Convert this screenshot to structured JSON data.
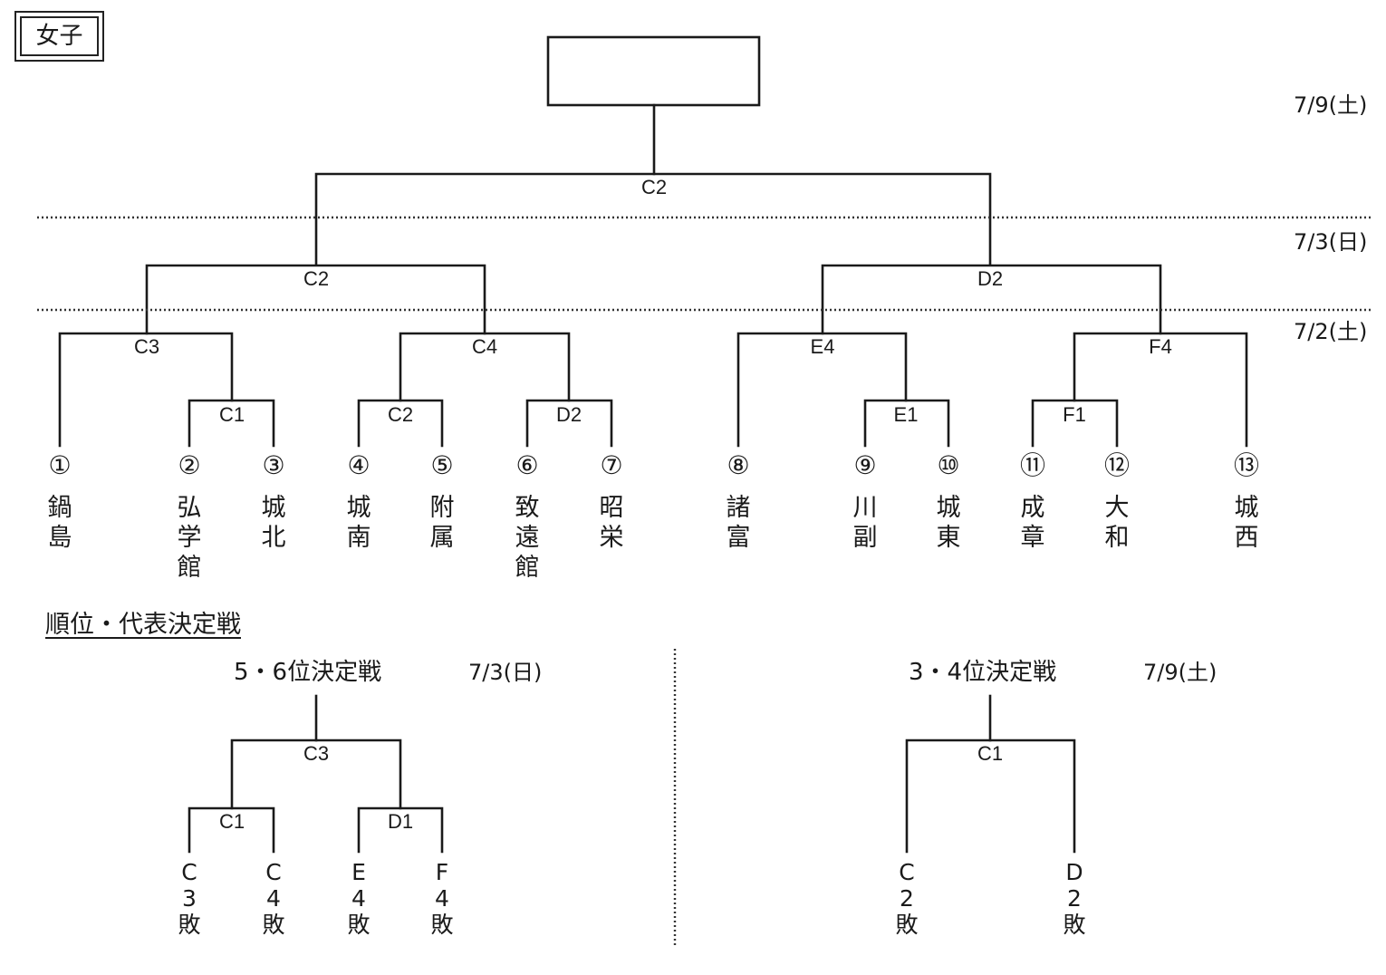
{
  "category_label": "女子",
  "main_bracket": {
    "dates": [
      "7/9(土)",
      "7/3(日)",
      "7/2(土)"
    ],
    "teams": [
      {
        "seed": "①",
        "name": "鍋島"
      },
      {
        "seed": "②",
        "name": "弘学館"
      },
      {
        "seed": "③",
        "name": "城北"
      },
      {
        "seed": "④",
        "name": "城南"
      },
      {
        "seed": "⑤",
        "name": "附属"
      },
      {
        "seed": "⑥",
        "name": "致遠館"
      },
      {
        "seed": "⑦",
        "name": "昭栄"
      },
      {
        "seed": "⑧",
        "name": "諸富"
      },
      {
        "seed": "⑨",
        "name": "川副"
      },
      {
        "seed": "⑩",
        "name": "城東"
      },
      {
        "seed": "⑪",
        "name": "成章"
      },
      {
        "seed": "⑫",
        "name": "大和"
      },
      {
        "seed": "⑬",
        "name": "城西"
      }
    ],
    "courts": {
      "final": "C2",
      "semi_left": "C2",
      "semi_right": "D2",
      "qf_1": "C3",
      "qf_2": "C4",
      "qf_3": "E4",
      "qf_4": "F4",
      "r1_2_3": "C1",
      "r1_4_5": "C2",
      "r1_6_7": "D2",
      "r1_9_10": "E1",
      "r1_11_12": "F1"
    }
  },
  "placement": {
    "section_title": "順位・代表決定戦",
    "fifth_sixth": {
      "title": "5・6位決定戦",
      "date": "7/3(日)",
      "courts": {
        "final": "C3",
        "left": "C1",
        "right": "D1"
      },
      "entries": [
        "C3敗",
        "C4敗",
        "E4敗",
        "F4敗"
      ]
    },
    "third_fourth": {
      "title": "3・4位決定戦",
      "date": "7/9(土)",
      "courts": {
        "final": "C1"
      },
      "entries": [
        "C2敗",
        "D2敗"
      ]
    }
  }
}
